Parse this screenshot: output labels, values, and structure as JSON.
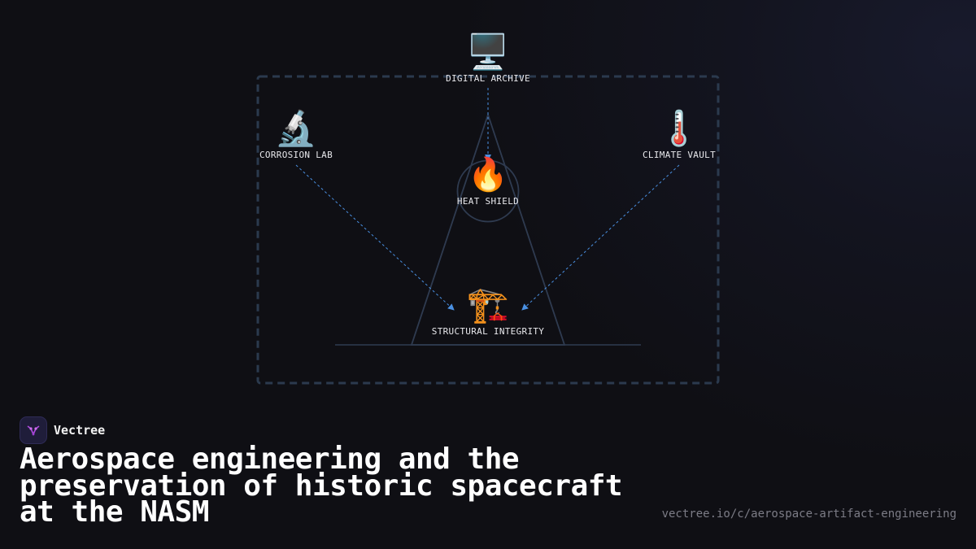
{
  "diagram": {
    "nodes": {
      "digital_archive": {
        "icon": "desktop-computer-icon",
        "emoji": "🖥️",
        "label": "DIGITAL ARCHIVE"
      },
      "corrosion_lab": {
        "icon": "microscope-icon",
        "emoji": "🔬",
        "label": "CORROSION LAB"
      },
      "climate_vault": {
        "icon": "thermometer-icon",
        "emoji": "🌡️",
        "label": "CLIMATE VAULT"
      },
      "heat_shield": {
        "icon": "fire-icon",
        "emoji": "🔥",
        "label": "HEAT SHIELD"
      },
      "structural_integrity": {
        "icon": "construction-crane-icon",
        "emoji": "🏗️",
        "label": "STRUCTURAL INTEGRITY"
      }
    },
    "colors": {
      "frame_dashed": "#2b3a4e",
      "shape_stroke": "#2f3b50",
      "arrow": "#4a90e2",
      "label": "#e8e8ec"
    }
  },
  "footer": {
    "brand_name": "Vectree",
    "brand_icon": "vectree-logo-icon",
    "headline": "Aerospace engineering and the preservation of historic spacecraft at the NASM",
    "url": "vectree.io/c/aerospace-artifact-engineering"
  }
}
